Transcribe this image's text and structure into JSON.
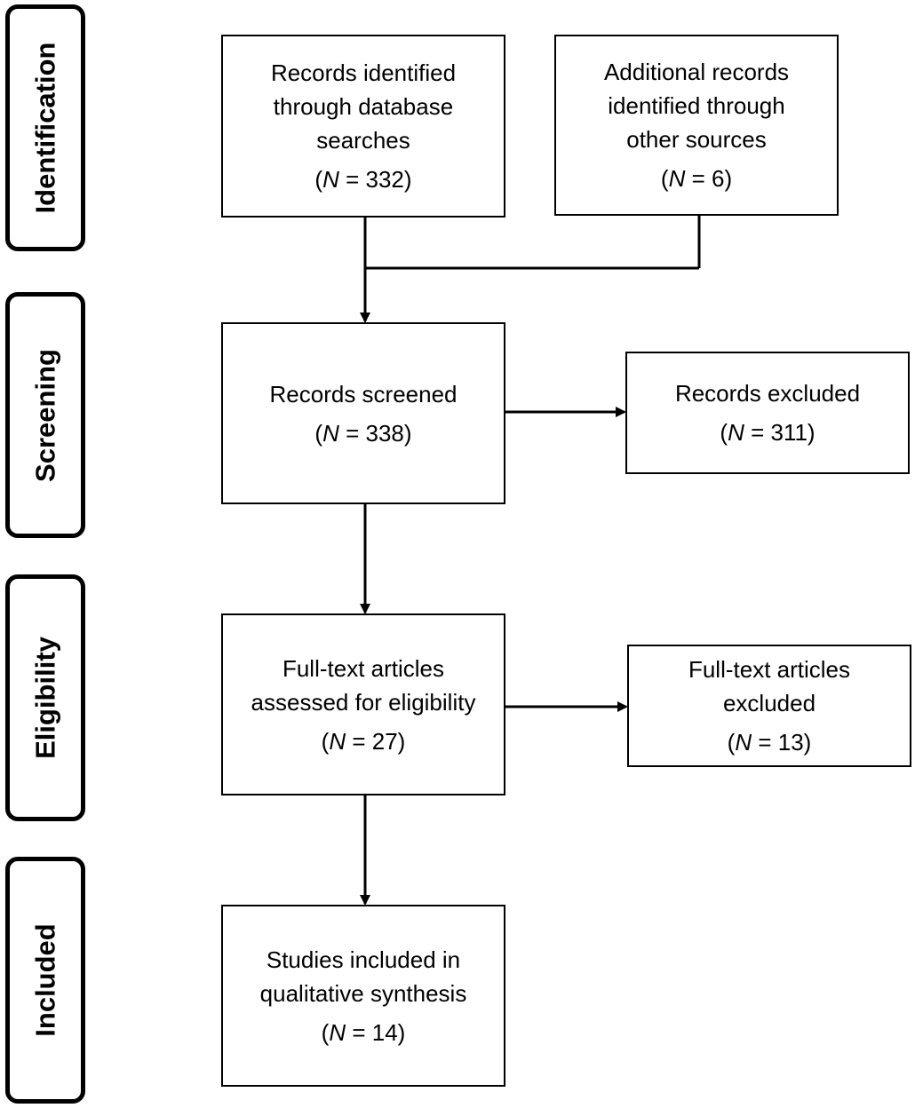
{
  "phases": [
    {
      "label": "Identification"
    },
    {
      "label": "Screening"
    },
    {
      "label": "Eligibility"
    },
    {
      "label": "Included"
    }
  ],
  "boxes": {
    "database_records": {
      "lines": [
        "Records identified",
        "through database",
        "searches"
      ],
      "n_symbol": "N",
      "count": "= 332)"
    },
    "other_records": {
      "lines": [
        "Additional records",
        "identified through",
        "other sources"
      ],
      "n_symbol": "N",
      "count": "= 6)"
    },
    "records_screened": {
      "lines": [
        "Records screened"
      ],
      "n_symbol": "N",
      "count": "= 338)"
    },
    "records_excluded": {
      "lines": [
        "Records excluded"
      ],
      "n_symbol": "N",
      "count": "= 311)"
    },
    "fulltext_assessed": {
      "lines": [
        "Full-text articles",
        "assessed for eligibility"
      ],
      "n_symbol": "N",
      "count": "= 27)"
    },
    "fulltext_excluded": {
      "lines": [
        "Full-text articles",
        "excluded"
      ],
      "n_symbol": "N",
      "count": "= 13)"
    },
    "studies_included": {
      "lines": [
        "Studies included in",
        "qualitative synthesis"
      ],
      "n_symbol": "N",
      "count": "= 14)"
    }
  },
  "colors": {
    "stroke": "#000000",
    "background": "#ffffff"
  }
}
